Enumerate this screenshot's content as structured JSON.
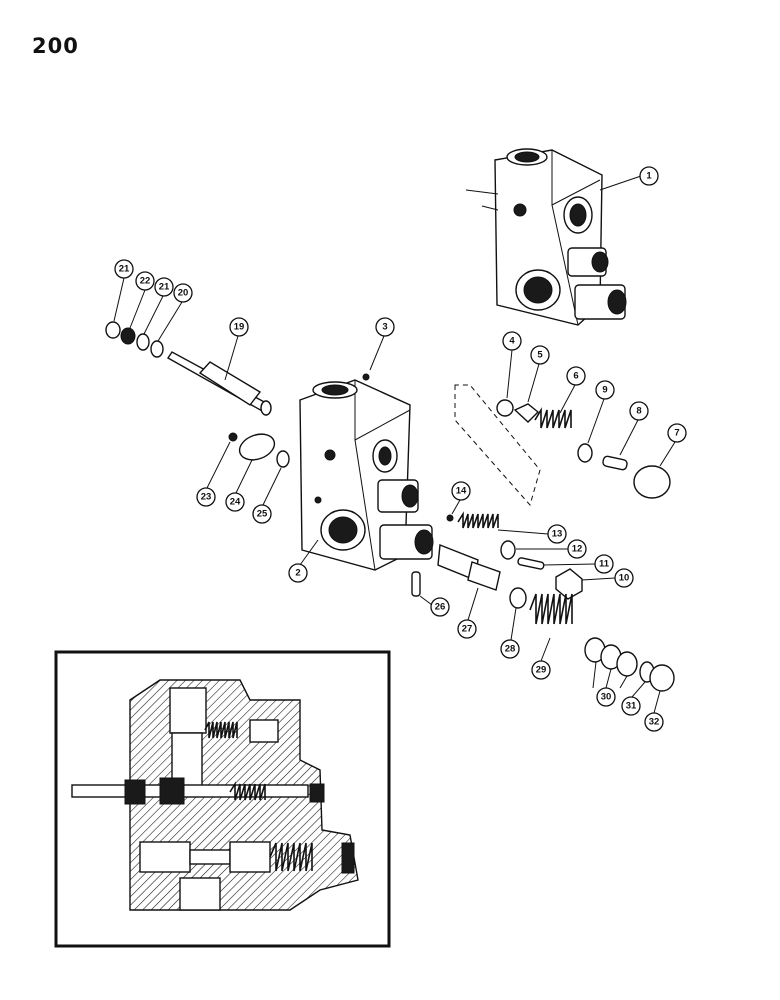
{
  "page_number": "200",
  "callouts": [
    {
      "id": "c1",
      "label": "1"
    },
    {
      "id": "c2",
      "label": "2"
    },
    {
      "id": "c3",
      "label": "3"
    },
    {
      "id": "c4",
      "label": "4"
    },
    {
      "id": "c5",
      "label": "5"
    },
    {
      "id": "c6",
      "label": "6"
    },
    {
      "id": "c7",
      "label": "7"
    },
    {
      "id": "c8",
      "label": "8"
    },
    {
      "id": "c9",
      "label": "9"
    },
    {
      "id": "c10",
      "label": "10"
    },
    {
      "id": "c11",
      "label": "11"
    },
    {
      "id": "c12",
      "label": "12"
    },
    {
      "id": "c13",
      "label": "13"
    },
    {
      "id": "c14",
      "label": "14"
    },
    {
      "id": "c19",
      "label": "19"
    },
    {
      "id": "c20",
      "label": "20"
    },
    {
      "id": "c21a",
      "label": "21"
    },
    {
      "id": "c21b",
      "label": "21"
    },
    {
      "id": "c22",
      "label": "22"
    },
    {
      "id": "c23",
      "label": "23"
    },
    {
      "id": "c24",
      "label": "24"
    },
    {
      "id": "c25",
      "label": "25"
    },
    {
      "id": "c26",
      "label": "26"
    },
    {
      "id": "c27",
      "label": "27"
    },
    {
      "id": "c28",
      "label": "28"
    },
    {
      "id": "c29",
      "label": "29"
    },
    {
      "id": "c30",
      "label": "30"
    },
    {
      "id": "c31",
      "label": "31"
    },
    {
      "id": "c32",
      "label": "32"
    }
  ]
}
